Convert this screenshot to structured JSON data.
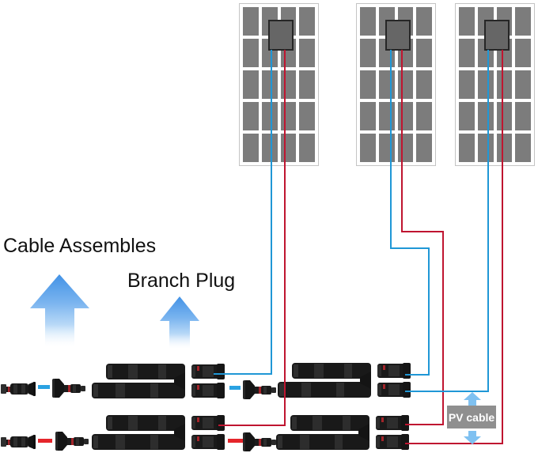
{
  "labels": {
    "cable_assembles": "Cable Assembles",
    "branch_plug": "Branch Plug",
    "pv_cable": "PV cable"
  },
  "colors": {
    "wire_negative": "#1f97d6",
    "wire_positive": "#bf1530",
    "dash_negative": "#2aa2e2",
    "dash_positive": "#e5252b",
    "arrow_top": "#4292e6",
    "arrow_mid": "#7ab4ef",
    "arrow_fade": "#ffffff",
    "pv_arrow": "#7fc1f1",
    "panel_cell": "#7c7c7c",
    "panel_border": "#c4c4c4",
    "junction_box": "#666666",
    "pv_box_bg": "#8f8f8f",
    "pv_box_text": "#ffffff",
    "connector_body": "#191919"
  },
  "panels": {
    "count": 3,
    "cell_columns": 4,
    "cell_rows": 5,
    "wires_per_panel": 2
  },
  "icons": {
    "big_up_arrow": "up-arrow",
    "small_up_arrow": "up-arrow",
    "pv_up_arrow": "up-arrow",
    "pv_down_arrow": "down-arrow"
  },
  "components": {
    "left_negative_chain": [
      "plug-connector",
      "coupler-dash",
      "socket-connector",
      "y-branch-assembly"
    ],
    "left_positive_chain": [
      "plug-connector",
      "coupler-dash",
      "socket-connector",
      "y-branch-assembly"
    ],
    "right_negative_chain": [
      "coupler-dash",
      "socket-connector",
      "y-branch-assembly"
    ],
    "right_positive_chain": [
      "coupler-dash",
      "socket-connector",
      "y-branch-assembly"
    ]
  }
}
